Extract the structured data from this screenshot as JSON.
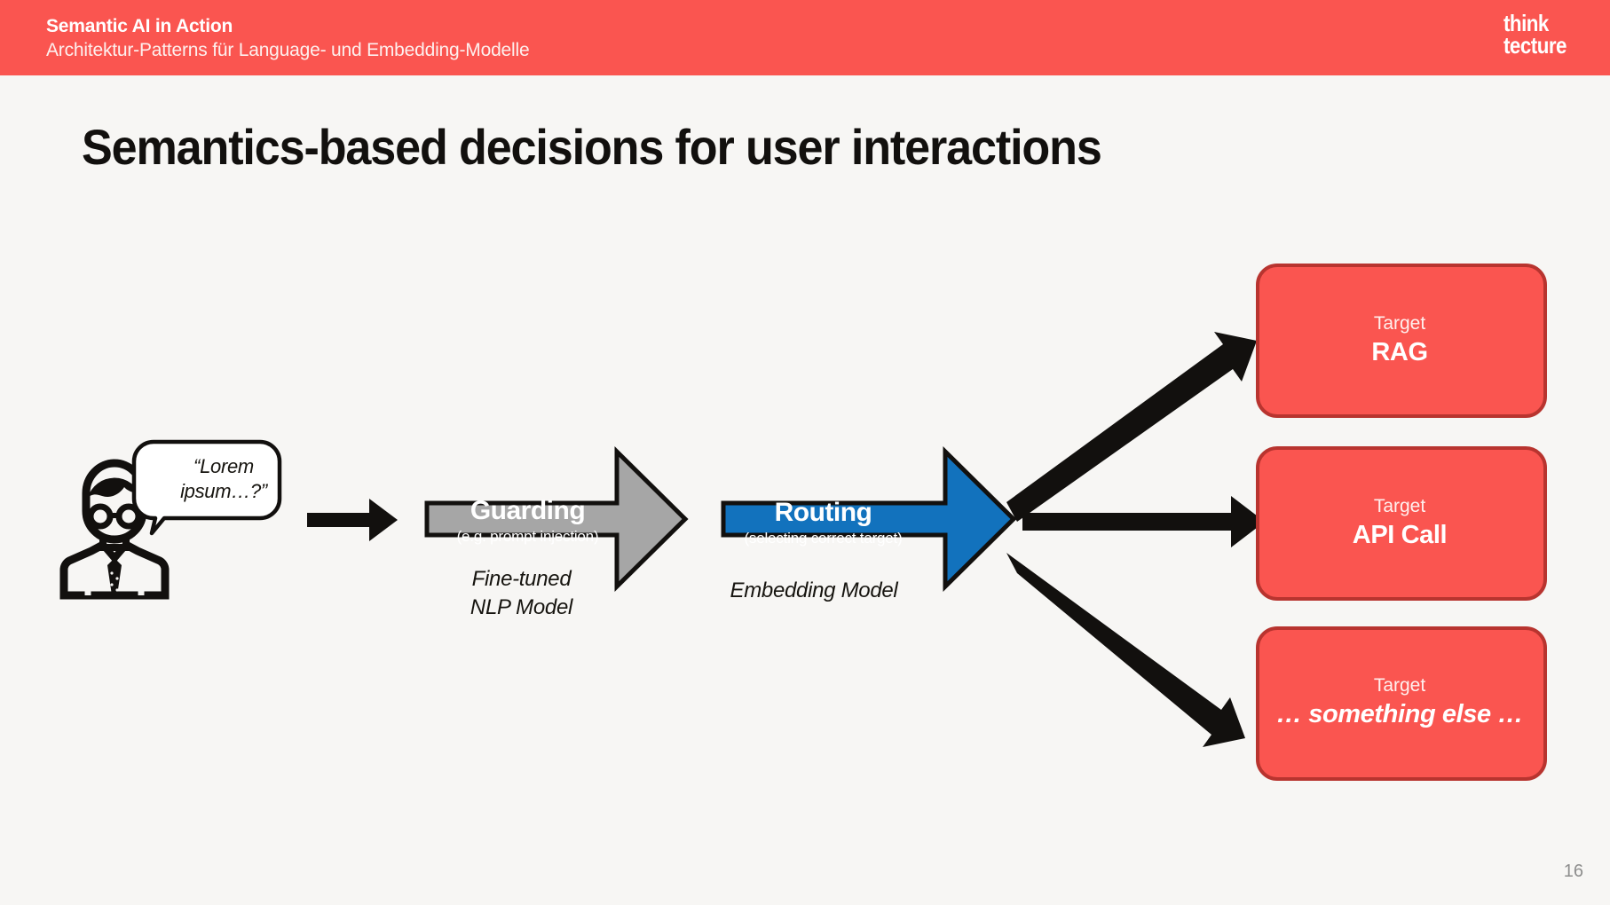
{
  "header": {
    "title": "Semantic AI in Action",
    "subtitle": "Architektur-Patterns für Language- und Embedding-Modelle",
    "logo_line1": "think",
    "logo_line2": "tecture",
    "bg_color": "#fa5550"
  },
  "slide": {
    "title": "Semantics-based decisions for user interactions",
    "page_number": "16",
    "background": "#f7f6f4"
  },
  "diagram": {
    "user": {
      "icon": "person-with-glasses-icon",
      "speech_bubble": "“Lorem ipsum…?”"
    },
    "stages": [
      {
        "id": "guarding",
        "label": "Guarding",
        "sublabel": "(e.g. prompt injection)",
        "model_label": "Fine-tuned\nNLP Model",
        "model_label_line1": "Fine-tuned",
        "model_label_line2": "NLP Model",
        "color": "#a6a6a6"
      },
      {
        "id": "routing",
        "label": "Routing",
        "sublabel": "(selecting correct target)",
        "model_label": "Embedding Model",
        "model_label_line1": "Embedding Model",
        "model_label_line2": "",
        "color": "#1272bd"
      }
    ],
    "targets": [
      {
        "kicker": "Target",
        "name": "RAG",
        "italic": false,
        "color": "#fa5550",
        "border": "#b8342f"
      },
      {
        "kicker": "Target",
        "name": "API Call",
        "italic": false,
        "color": "#fa5550",
        "border": "#b8342f"
      },
      {
        "kicker": "Target",
        "name": "… something else …",
        "italic": true,
        "color": "#fa5550",
        "border": "#b8342f"
      }
    ]
  }
}
